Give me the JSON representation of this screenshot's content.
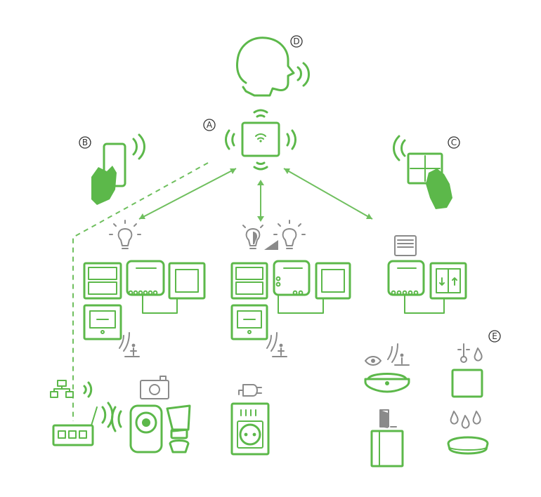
{
  "colors": {
    "accent": "#5cb84a",
    "line": "#6fbf5e",
    "grey": "#8a8a8a",
    "label": "#333333"
  },
  "labels": {
    "A": "A",
    "B": "B",
    "C": "C",
    "D": "D",
    "E": "E"
  },
  "icons": [
    "speaking-head-icon",
    "hub-icon",
    "smartphone-icon",
    "wall-switch-icon",
    "light-bulb-icon",
    "dimmer-icon",
    "blind-icon",
    "network-icon",
    "camera-icon",
    "plug-icon",
    "smoke-detector-icon",
    "temperature-humidity-sensor-icon",
    "door-sensor-icon",
    "water-leak-sensor-icon"
  ]
}
